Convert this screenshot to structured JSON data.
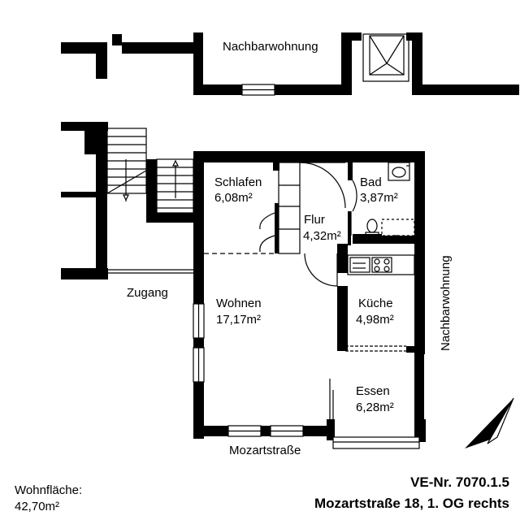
{
  "rooms": {
    "schlafen": {
      "name": "Schlafen",
      "area": "6,08m²"
    },
    "bad": {
      "name": "Bad",
      "area": "3,87m²"
    },
    "flur": {
      "name": "Flur",
      "area": "4,32m²"
    },
    "wohnen": {
      "name": "Wohnen",
      "area": "17,17m²"
    },
    "kueche": {
      "name": "Küche",
      "area": "4,98m²"
    },
    "essen": {
      "name": "Essen",
      "area": "6,28m²"
    }
  },
  "labels": {
    "neighbor_top": "Nachbarwohnung",
    "neighbor_right": "Nachbarwohnung",
    "access": "Zugang",
    "street": "Mozartstraße"
  },
  "info": {
    "area_label": "Wohnfläche:",
    "area_value": "42,70m²",
    "ve_number": "VE-Nr. 7070.1.5",
    "address": "Mozartstraße 18, 1. OG rechts"
  },
  "colors": {
    "wall": "#000000",
    "background": "#ffffff"
  }
}
